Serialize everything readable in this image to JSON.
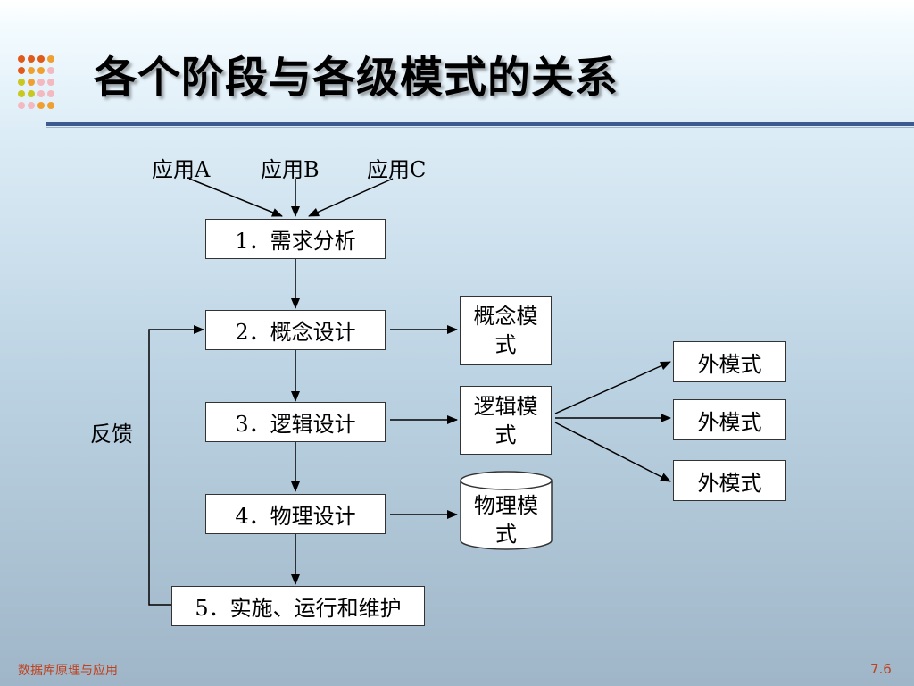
{
  "title": "各个阶段与各级模式的关系",
  "applications": [
    "应用A",
    "应用B",
    "应用C"
  ],
  "stages": [
    "1．需求分析",
    "2．概念设计",
    "3．逻辑设计",
    "4．物理设计",
    "5．实施、运行和维护"
  ],
  "schemas": {
    "conceptual": "概念模式",
    "logical": "逻辑模式",
    "physical": "物理模式"
  },
  "external_schemas": [
    "外模式",
    "外模式",
    "外模式"
  ],
  "feedback_label": "反馈",
  "footer": {
    "course": "数据库原理与应用",
    "page": "7.6"
  },
  "colors": {
    "title_rule": "#3e5b8f",
    "footer_text": "#c0401c",
    "dot_palette": [
      "#e05a1a",
      "#f0a030",
      "#c8c820",
      "#f4b8c0"
    ]
  }
}
